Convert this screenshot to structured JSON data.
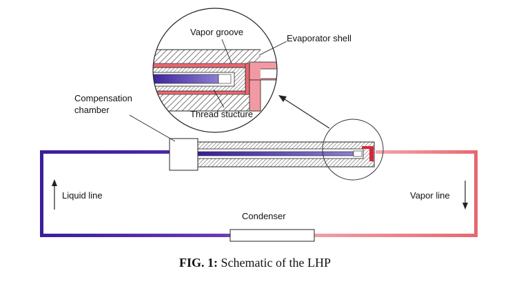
{
  "labels": {
    "vapor_groove": "Vapor groove",
    "evaporator_shell": "Evaporator shell",
    "compensation_chamber_line1": "Compensation",
    "compensation_chamber_line2": "chamber",
    "thread_structure": "Thread stucture",
    "liquid_line": "Liquid line",
    "vapor_line": "Vapor line",
    "condenser": "Condenser"
  },
  "caption": {
    "prefix": "FIG. 1:",
    "text": " Schematic of the LHP"
  },
  "colors": {
    "liquid": "#3a1e9a",
    "vapor": "#e8676f",
    "hatch": "#666666"
  }
}
